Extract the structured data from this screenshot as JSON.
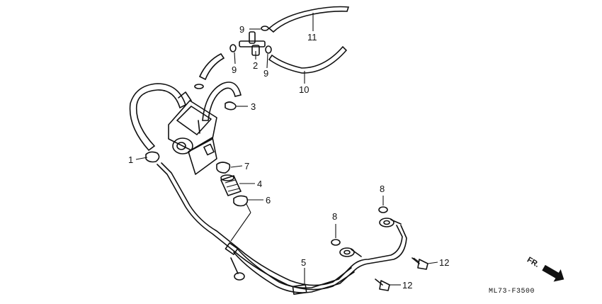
{
  "callouts": {
    "c1": "1",
    "c2": "2",
    "c3": "3",
    "c4": "4",
    "c5": "5",
    "c6": "6",
    "c7": "7",
    "c8a": "8",
    "c8b": "8",
    "c9a": "9",
    "c9b": "9",
    "c9c": "9",
    "c10": "10",
    "c11": "11",
    "c12a": "12",
    "c12b": "12"
  },
  "diagram_code": "ML73-F3500",
  "direction_label": "FR.",
  "colors": {
    "line": "#111111",
    "background": "#ffffff"
  }
}
